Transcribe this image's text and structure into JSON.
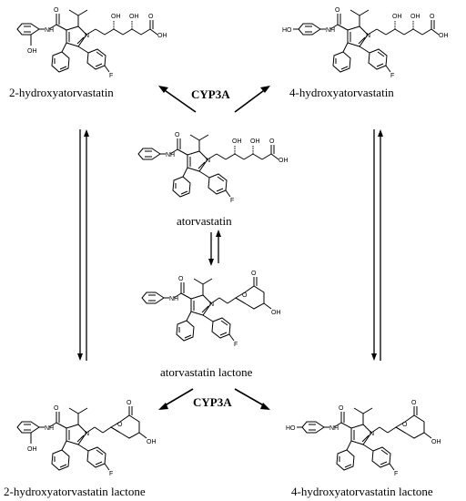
{
  "compounds": {
    "atorvastatin": "atorvastatin",
    "lactone": "atorvastatin lactone",
    "oh2": "2-hydroxyatorvastatin",
    "oh4": "4-hydroxyatorvastatin",
    "oh2_lactone": "2-hydroxyatorvastatin lactone",
    "oh4_lactone": "4-hydroxyatorvastatin lactone"
  },
  "enzymes": {
    "top": "CYP3A",
    "bottom": "CYP3A"
  },
  "atoms": {
    "oh": "OH",
    "ho": "HO",
    "nh": "NH",
    "n": "N",
    "o": "O",
    "f": "F"
  }
}
